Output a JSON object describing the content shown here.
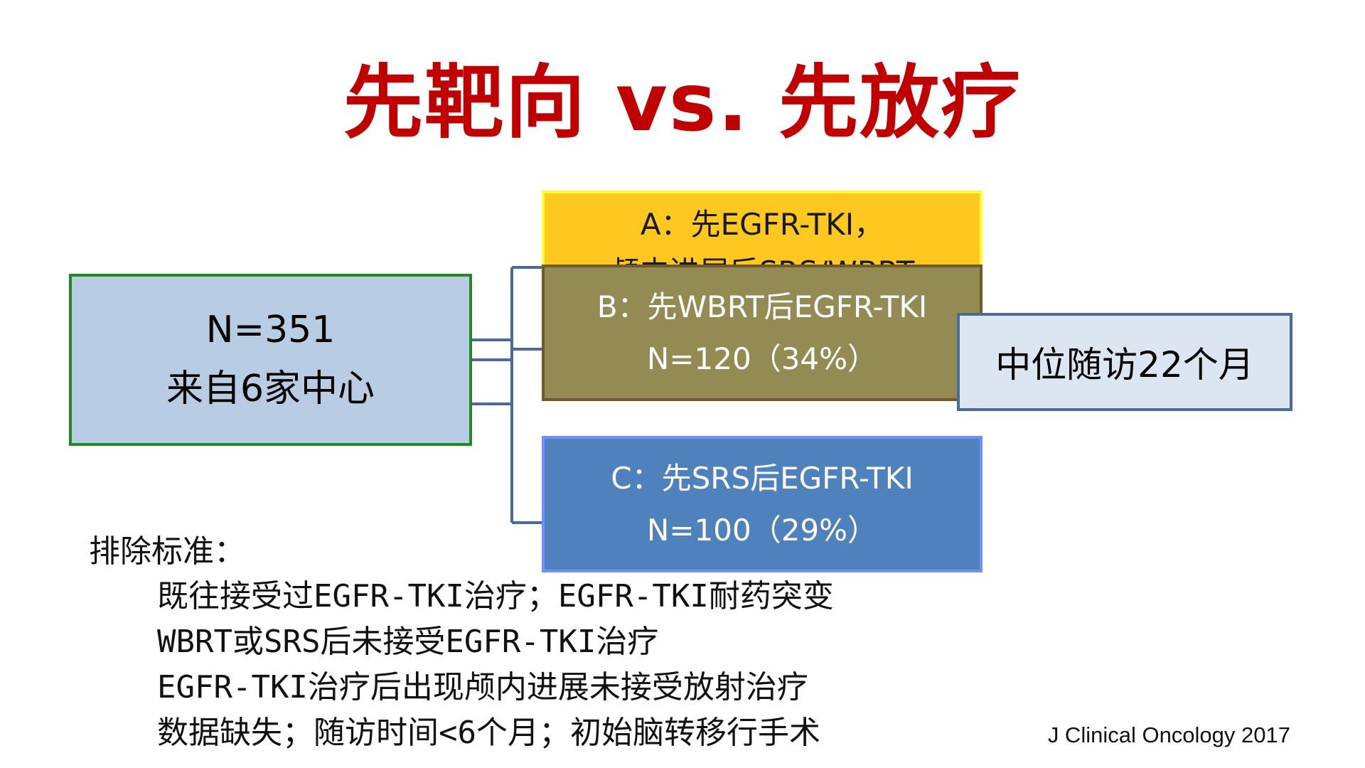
{
  "title": "先靶向 vs. 先放疗",
  "cohort": {
    "n": "N=351",
    "source": "来自6家中心"
  },
  "arm_a": {
    "line1": "A：先EGFR-TKI，",
    "line2": "颅内进展后SRS/WBRT"
  },
  "arm_b": {
    "line1": "B：先WBRT后EGFR-TKI",
    "line2": "N=120（34%）"
  },
  "arm_c": {
    "line1": "C：先SRS后EGFR-TKI",
    "line2": "N=100（29%）"
  },
  "follow_up": "中位随访22个月",
  "exclusion": {
    "heading": "排除标准：",
    "items": [
      "既往接受过EGFR-TKI治疗；EGFR-TKI耐药突变",
      "WBRT或SRS后未接受EGFR-TKI治疗",
      "EGFR-TKI治疗后出现颅内进展未接受放射治疗",
      "数据缺失；随访时间<6个月；初始脑转移行手术"
    ]
  },
  "citation": "J Clinical Oncology 2017",
  "colors": {
    "title": "#c00000",
    "cohort_fill": "#b8cce4",
    "cohort_border": "#1f8a1f",
    "arm_a_fill": "#ffc820",
    "arm_b_fill": "#948a54",
    "arm_c_fill": "#4f81bd",
    "follow_up_fill": "#dce6f2",
    "connector": "#4a6a9a"
  }
}
